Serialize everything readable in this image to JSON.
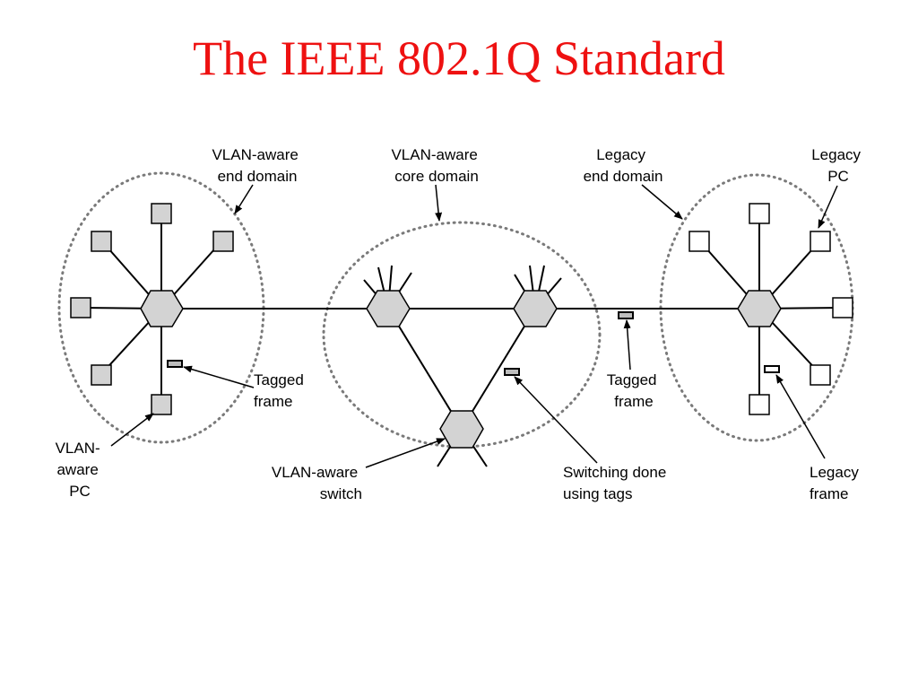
{
  "title": "The IEEE 802.1Q Standard",
  "colors": {
    "title": "#ee1111",
    "vlan_aware_fill": "#d3d3d3",
    "legacy_fill": "#ffffff",
    "tagged_frame_fill": "#bdbdbd",
    "domain_outline": "#7a7a7a"
  },
  "labels": {
    "vlan_aware_end_domain": [
      "VLAN-aware",
      "end domain"
    ],
    "vlan_aware_core_domain": [
      "VLAN-aware",
      "core domain"
    ],
    "legacy_end_domain": [
      "Legacy",
      "end domain"
    ],
    "legacy_pc": [
      "Legacy",
      "PC"
    ],
    "tagged_frame_left": [
      "Tagged",
      "frame"
    ],
    "tagged_frame_right": [
      "Tagged",
      "frame"
    ],
    "vlan_aware_pc": [
      "VLAN-",
      "aware",
      "PC"
    ],
    "vlan_aware_switch": [
      "VLAN-aware",
      "switch"
    ],
    "switching_done": [
      "Switching done",
      "using tags"
    ],
    "legacy_frame": [
      "Legacy",
      "frame"
    ]
  },
  "domains": [
    {
      "name": "vlan-aware-end-domain",
      "label_key": "vlan_aware_end_domain"
    },
    {
      "name": "vlan-aware-core-domain",
      "label_key": "vlan_aware_core_domain"
    },
    {
      "name": "legacy-end-domain",
      "label_key": "legacy_end_domain"
    }
  ]
}
